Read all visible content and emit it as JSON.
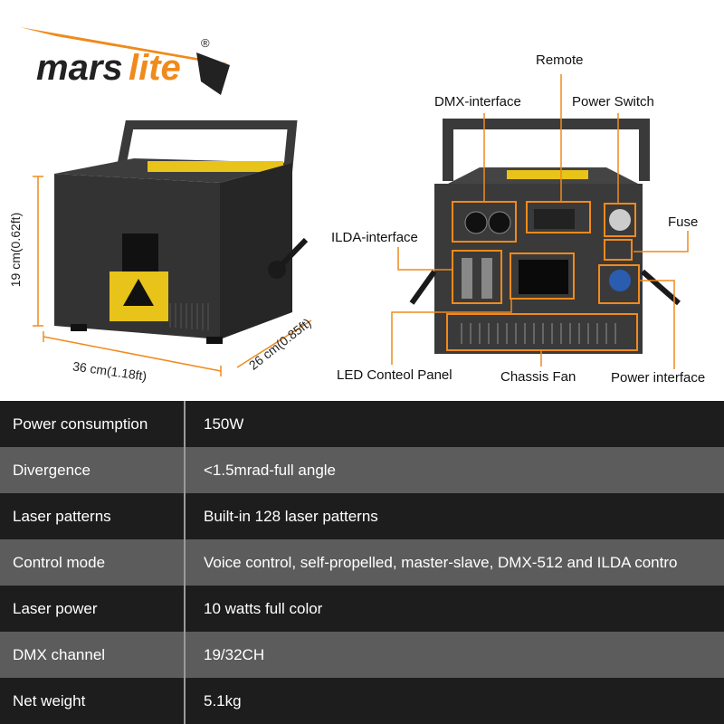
{
  "brand": {
    "name": "marslite",
    "registered": "®",
    "colors": {
      "accent": "#f08a1c",
      "text": "#222222"
    }
  },
  "dimensions": {
    "height": "19 cm(0.62ft)",
    "width": "36 cm(1.18ft)",
    "depth": "26 cm(0.85ft)"
  },
  "callouts": {
    "remote": "Remote",
    "dmx_interface": "DMX-interface",
    "power_switch": "Power Switch",
    "fuse": "Fuse",
    "ilda_interface": "ILDA-interface",
    "led_control_panel": "LED Conteol Panel",
    "chassis_fan": "Chassis Fan",
    "power_interface": "Power interface"
  },
  "specs": [
    {
      "label": "Power consumption",
      "value": "150W"
    },
    {
      "label": "Divergence",
      "value": "<1.5mrad-full angle"
    },
    {
      "label": "Laser patterns",
      "value": "Built-in 128 laser patterns"
    },
    {
      "label": "Control mode",
      "value": "Voice control, self-propelled, master-slave, DMX-512 and ILDA contro"
    },
    {
      "label": "Laser power",
      "value": "10 watts full color"
    },
    {
      "label": "DMX channel",
      "value": "19/32CH"
    },
    {
      "label": "Net weight",
      "value": "5.1kg"
    }
  ]
}
